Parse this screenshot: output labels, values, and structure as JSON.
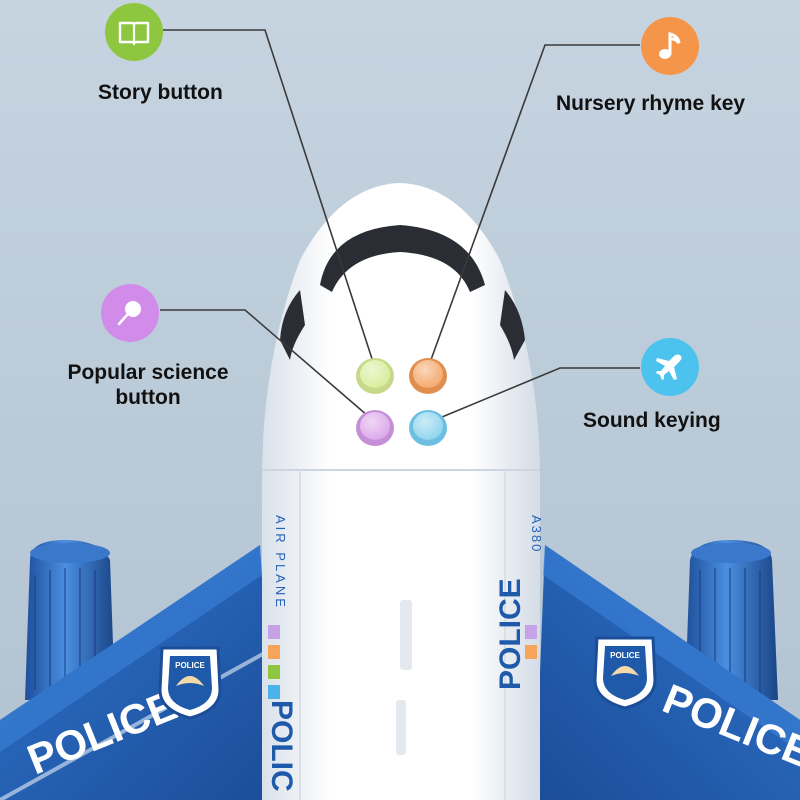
{
  "callouts": [
    {
      "id": "story",
      "text": "Story button",
      "icon": "book-icon",
      "color": "#8dc63f"
    },
    {
      "id": "nursery",
      "text": "Nursery rhyme key",
      "icon": "music-note-icon",
      "color": "#f5954a"
    },
    {
      "id": "science",
      "text": "Popular science button",
      "text_line1": "Popular science",
      "text_line2": "button",
      "icon": "magnifier-icon",
      "color": "#d08ce8"
    },
    {
      "id": "sound",
      "text": "Sound keying",
      "icon": "airplane-icon",
      "color": "#4cc3ee"
    }
  ],
  "toy_buttons": [
    {
      "id": "story",
      "color": "#d7ed9a"
    },
    {
      "id": "nursery",
      "color": "#f4a768"
    },
    {
      "id": "science",
      "color": "#dba6ea"
    },
    {
      "id": "sound",
      "color": "#8ed4ee"
    }
  ],
  "markings": {
    "wing_text": "POLICE",
    "fuselage_text_left": "AIR PLANE",
    "fuselage_text_right": "A380",
    "fuselage_police": "POLICE",
    "fuselage_police_partial": "POLIC",
    "badge_text": "POLICE"
  },
  "colors": {
    "background": "#bcccd8",
    "fuselage": "#f7f9fb",
    "wing_blue": "#2461b8",
    "window": "#2a2d33"
  }
}
